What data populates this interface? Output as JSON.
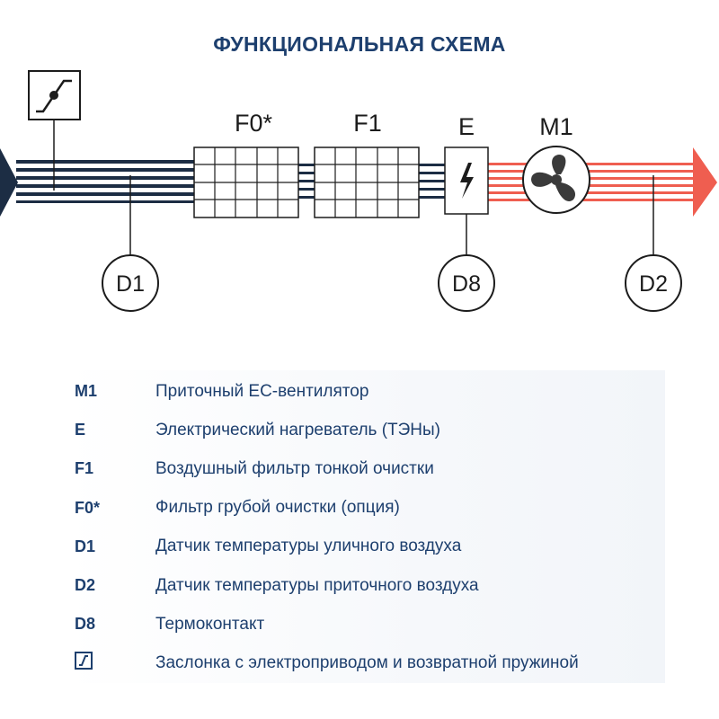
{
  "title": "ФУНКЦИОНАЛЬНАЯ СХЕМА",
  "colors": {
    "title": "#1d3f6e",
    "intake_duct": "#1c2d44",
    "supply_duct": "#ef5e50",
    "outline": "#1c1c1c"
  },
  "components": {
    "f0_label": "F0*",
    "f1_label": "F1",
    "e_label": "E",
    "m1_label": "M1"
  },
  "sensors": {
    "d1": "D1",
    "d8": "D8",
    "d2": "D2"
  },
  "icons": {
    "damper": "damper-actuator-icon",
    "heater": "lightning-icon",
    "fan": "fan-icon",
    "inlet": "inlet-arrow-icon",
    "outlet": "outlet-arrow-icon"
  },
  "legend": [
    {
      "code": "M1",
      "desc": "Приточный ЕС-вентилятор"
    },
    {
      "code": "E",
      "desc": "Электрический нагреватель (ТЭНы)"
    },
    {
      "code": "F1",
      "desc": "Воздушный фильтр тонкой очистки"
    },
    {
      "code": "F0*",
      "desc": "Фильтр грубой очистки (опция)"
    },
    {
      "code": "D1",
      "desc": "Датчик температуры уличного воздуха"
    },
    {
      "code": "D2",
      "desc": "Датчик температуры приточного воздуха"
    },
    {
      "code": "D8",
      "desc": "Термоконтакт"
    },
    {
      "code": "",
      "desc": "Заслонка с электроприводом и возвратной пружиной"
    }
  ]
}
